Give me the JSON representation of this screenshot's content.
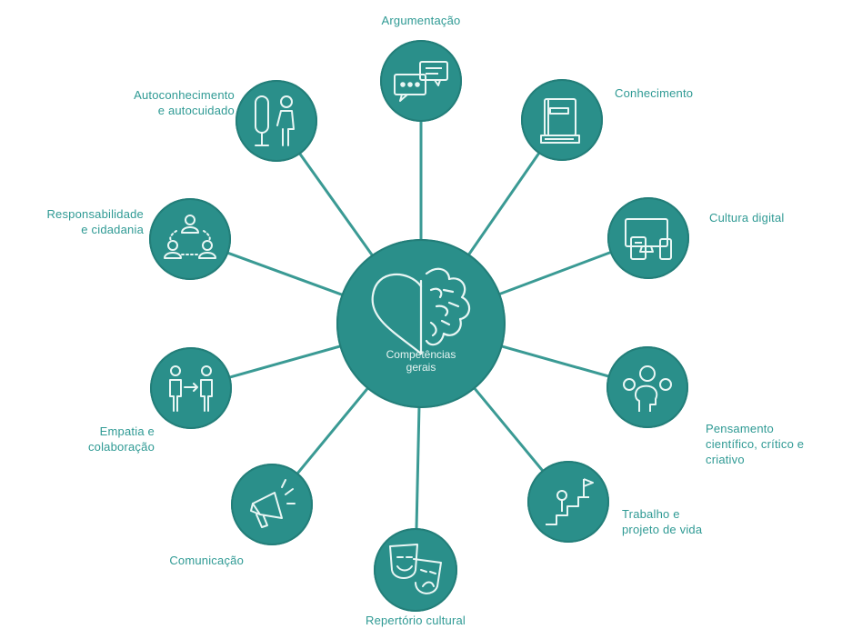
{
  "center": {
    "label": "Competências\ngerais"
  },
  "competencies": [
    {
      "label": "Argumentação",
      "icon": "speech-bubbles-icon"
    },
    {
      "label": "Conhecimento",
      "icon": "books-icon"
    },
    {
      "label": "Cultura digital",
      "icon": "devices-icon"
    },
    {
      "label": "Pensamento\ncientífico, crítico e\ncriativo",
      "icon": "thinking-head-icon"
    },
    {
      "label": "Trabalho e\nprojeto de vida",
      "icon": "stairs-goal-icon"
    },
    {
      "label": "Repertório cultural",
      "icon": "theater-masks-icon"
    },
    {
      "label": "Comunicação",
      "icon": "megaphone-icon"
    },
    {
      "label": "Empatia e\ncolaboração",
      "icon": "people-exchange-icon"
    },
    {
      "label": "Responsabilidade\ne cidadania",
      "icon": "people-network-icon"
    },
    {
      "label": "Autoconhecimento\ne autocuidado",
      "icon": "self-reflection-icon"
    }
  ],
  "colors": {
    "node": "#2a8f8a",
    "line": "#3a9a94",
    "text": "#2f9a94"
  }
}
